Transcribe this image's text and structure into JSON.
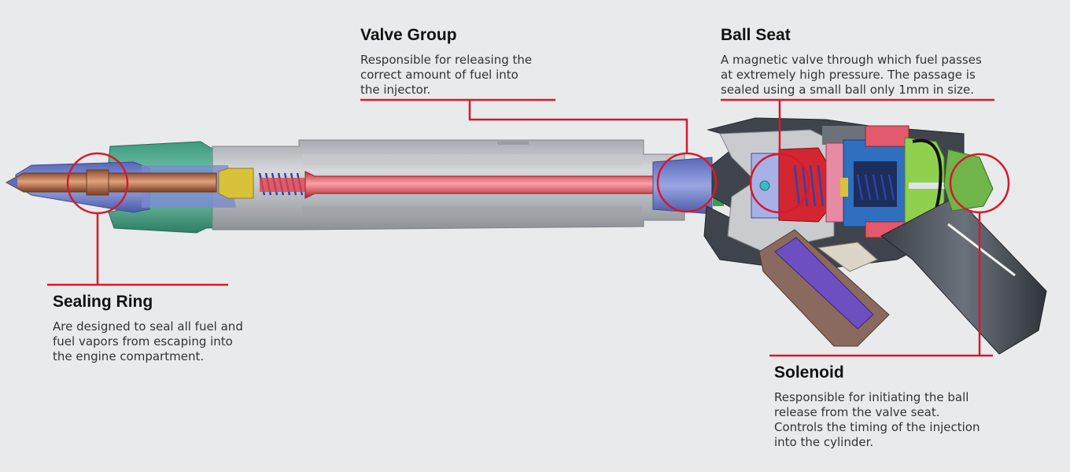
{
  "callouts": {
    "valve_group": {
      "title": "Valve Group",
      "lines": [
        "Responsible for releasing the",
        "correct amount of fuel into",
        "the injector."
      ]
    },
    "ball_seat": {
      "title": "Ball Seat",
      "lines": [
        "A magnetic valve through which fuel passes",
        "at extremely high pressure. The passage is",
        "sealed using a small ball only 1mm in size."
      ]
    },
    "sealing_ring": {
      "title": "Sealing Ring",
      "lines": [
        "Are designed to seal all fuel and",
        "fuel vapors from escaping into",
        "the engine compartment."
      ]
    },
    "solenoid": {
      "title": "Solenoid",
      "lines": [
        "Responsible for initiating the ball",
        "release from the valve seat.",
        "Controls the timing of the injection",
        "into the cylinder."
      ]
    }
  },
  "colors": {
    "background": "#e9eaeb",
    "leader": "#d7192c",
    "housing_gray": "#bdbfc3",
    "nozzle_copper": "#b5704a",
    "nozzle_blue": "#6f7fc9",
    "teal_clamp": "#4da88e",
    "rod_red": "#e2414e",
    "spring_blue": "#2a44b0",
    "magnet_green": "#8fd14f",
    "coil_blue": "#2f6fbf",
    "connector_dark": "#4a505a",
    "fitting_brown": "#8a6a5e",
    "fitting_purple": "#6d4fc2"
  }
}
